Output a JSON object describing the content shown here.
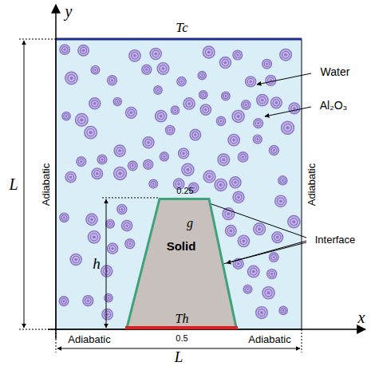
{
  "diagram": {
    "nodes": [
      {
        "text": [
          "Solid"
        ]
      }
    ],
    "labels": [
      "y",
      "x",
      "Tc",
      "L",
      "L",
      "h",
      "Adiabatic",
      "Adiabatic",
      "Adiabatic",
      "Adiabatic",
      "Water",
      "Al₂O₃",
      "Interface",
      "0.25",
      "0.5",
      "g",
      "Th"
    ]
  }
}
